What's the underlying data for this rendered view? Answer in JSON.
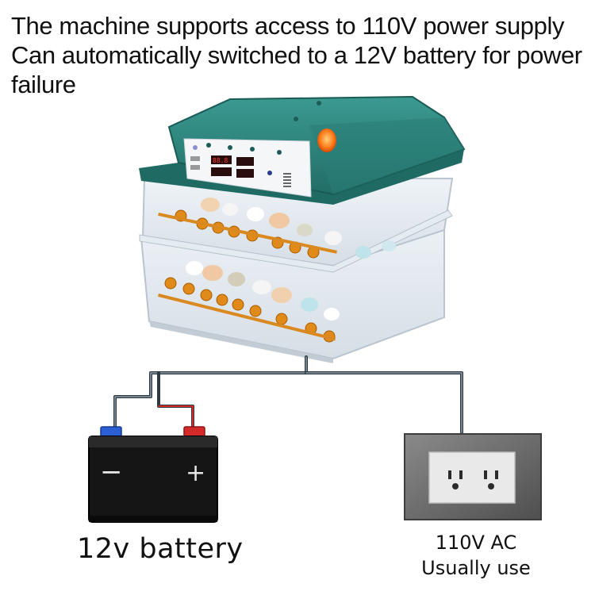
{
  "headline": {
    "line1": "The machine supports access to 110V power supply",
    "line2": "Can automatically switched to a 12V battery for power",
    "line3": "failure"
  },
  "battery": {
    "label": "12v battery",
    "minus_sign": "−",
    "plus_sign": "+"
  },
  "outlet": {
    "line1": "110V AC",
    "line2": "Usually use"
  },
  "colors": {
    "incubator_lid": "#2f8a82",
    "incubator_lid_dark": "#1f6b64",
    "battery_body": "#1a1a1a",
    "terminal_negative": "#2b5fd6",
    "terminal_positive": "#d42a2a",
    "outlet_plate": "#6b6b6b"
  }
}
